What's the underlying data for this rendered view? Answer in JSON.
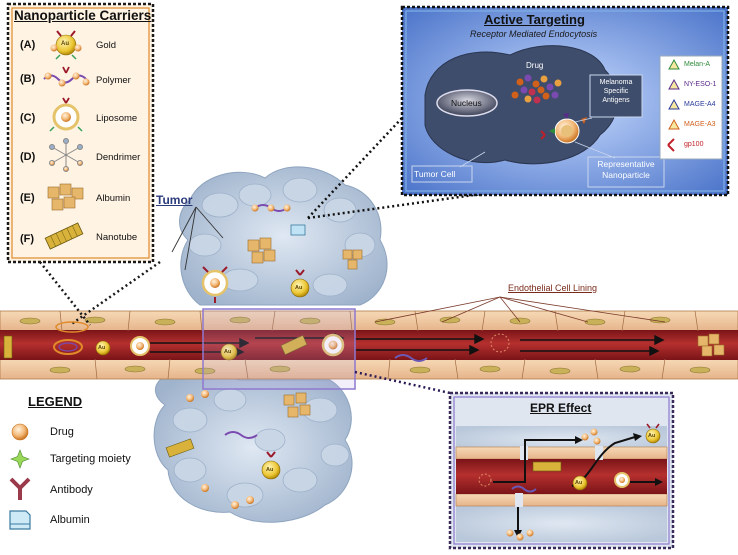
{
  "carriers": {
    "title": "Nanoparticle Carriers",
    "items": [
      {
        "letter": "(A)",
        "name": "Gold"
      },
      {
        "letter": "(B)",
        "name": "Polymer"
      },
      {
        "letter": "(C)",
        "name": "Liposome"
      },
      {
        "letter": "(D)",
        "name": "Dendrimer"
      },
      {
        "letter": "(E)",
        "name": "Albumin"
      },
      {
        "letter": "(F)",
        "name": "Nanotube"
      }
    ]
  },
  "targeting": {
    "title": "Active Targeting",
    "subtitle": "Receptor Mediated Endocytosis",
    "drug": "Drug",
    "nucleus": "Nucleus",
    "melanoma_box": [
      "Melanoma",
      "Specific",
      "Antigens"
    ],
    "tumor_cell": "Tumor Cell",
    "rep_np": [
      "Representative",
      "Nanoparticle"
    ],
    "antigens": [
      {
        "name": "Melan-A",
        "color": "#2e8b3a"
      },
      {
        "name": "NY-ESO-1",
        "color": "#5a2a8a"
      },
      {
        "name": "MAGE-A4",
        "color": "#2a3a9a"
      },
      {
        "name": "MAGE-A3",
        "color": "#d0601a"
      },
      {
        "name": "gp100",
        "color": "#c0202a"
      }
    ]
  },
  "labels": {
    "tumor": "Tumor",
    "endothelial": "Endothelial Cell Lining",
    "au": "Au"
  },
  "epr": {
    "title": "EPR Effect"
  },
  "legend": {
    "title": "LEGEND",
    "items": [
      "Drug",
      "Targeting moiety",
      "Antibody",
      "Albumin"
    ]
  },
  "colors": {
    "carriers_border": "#1a1a1a",
    "carriers_bg": "#fff3e4",
    "carriers_outline": "#e08a2a",
    "targeting_border": "#111111",
    "targeting_inner_border": "#7fb0e6",
    "epr_border": "#3a2a5a",
    "vessel_red": "#a8242a",
    "gold": "#e8c23a"
  }
}
